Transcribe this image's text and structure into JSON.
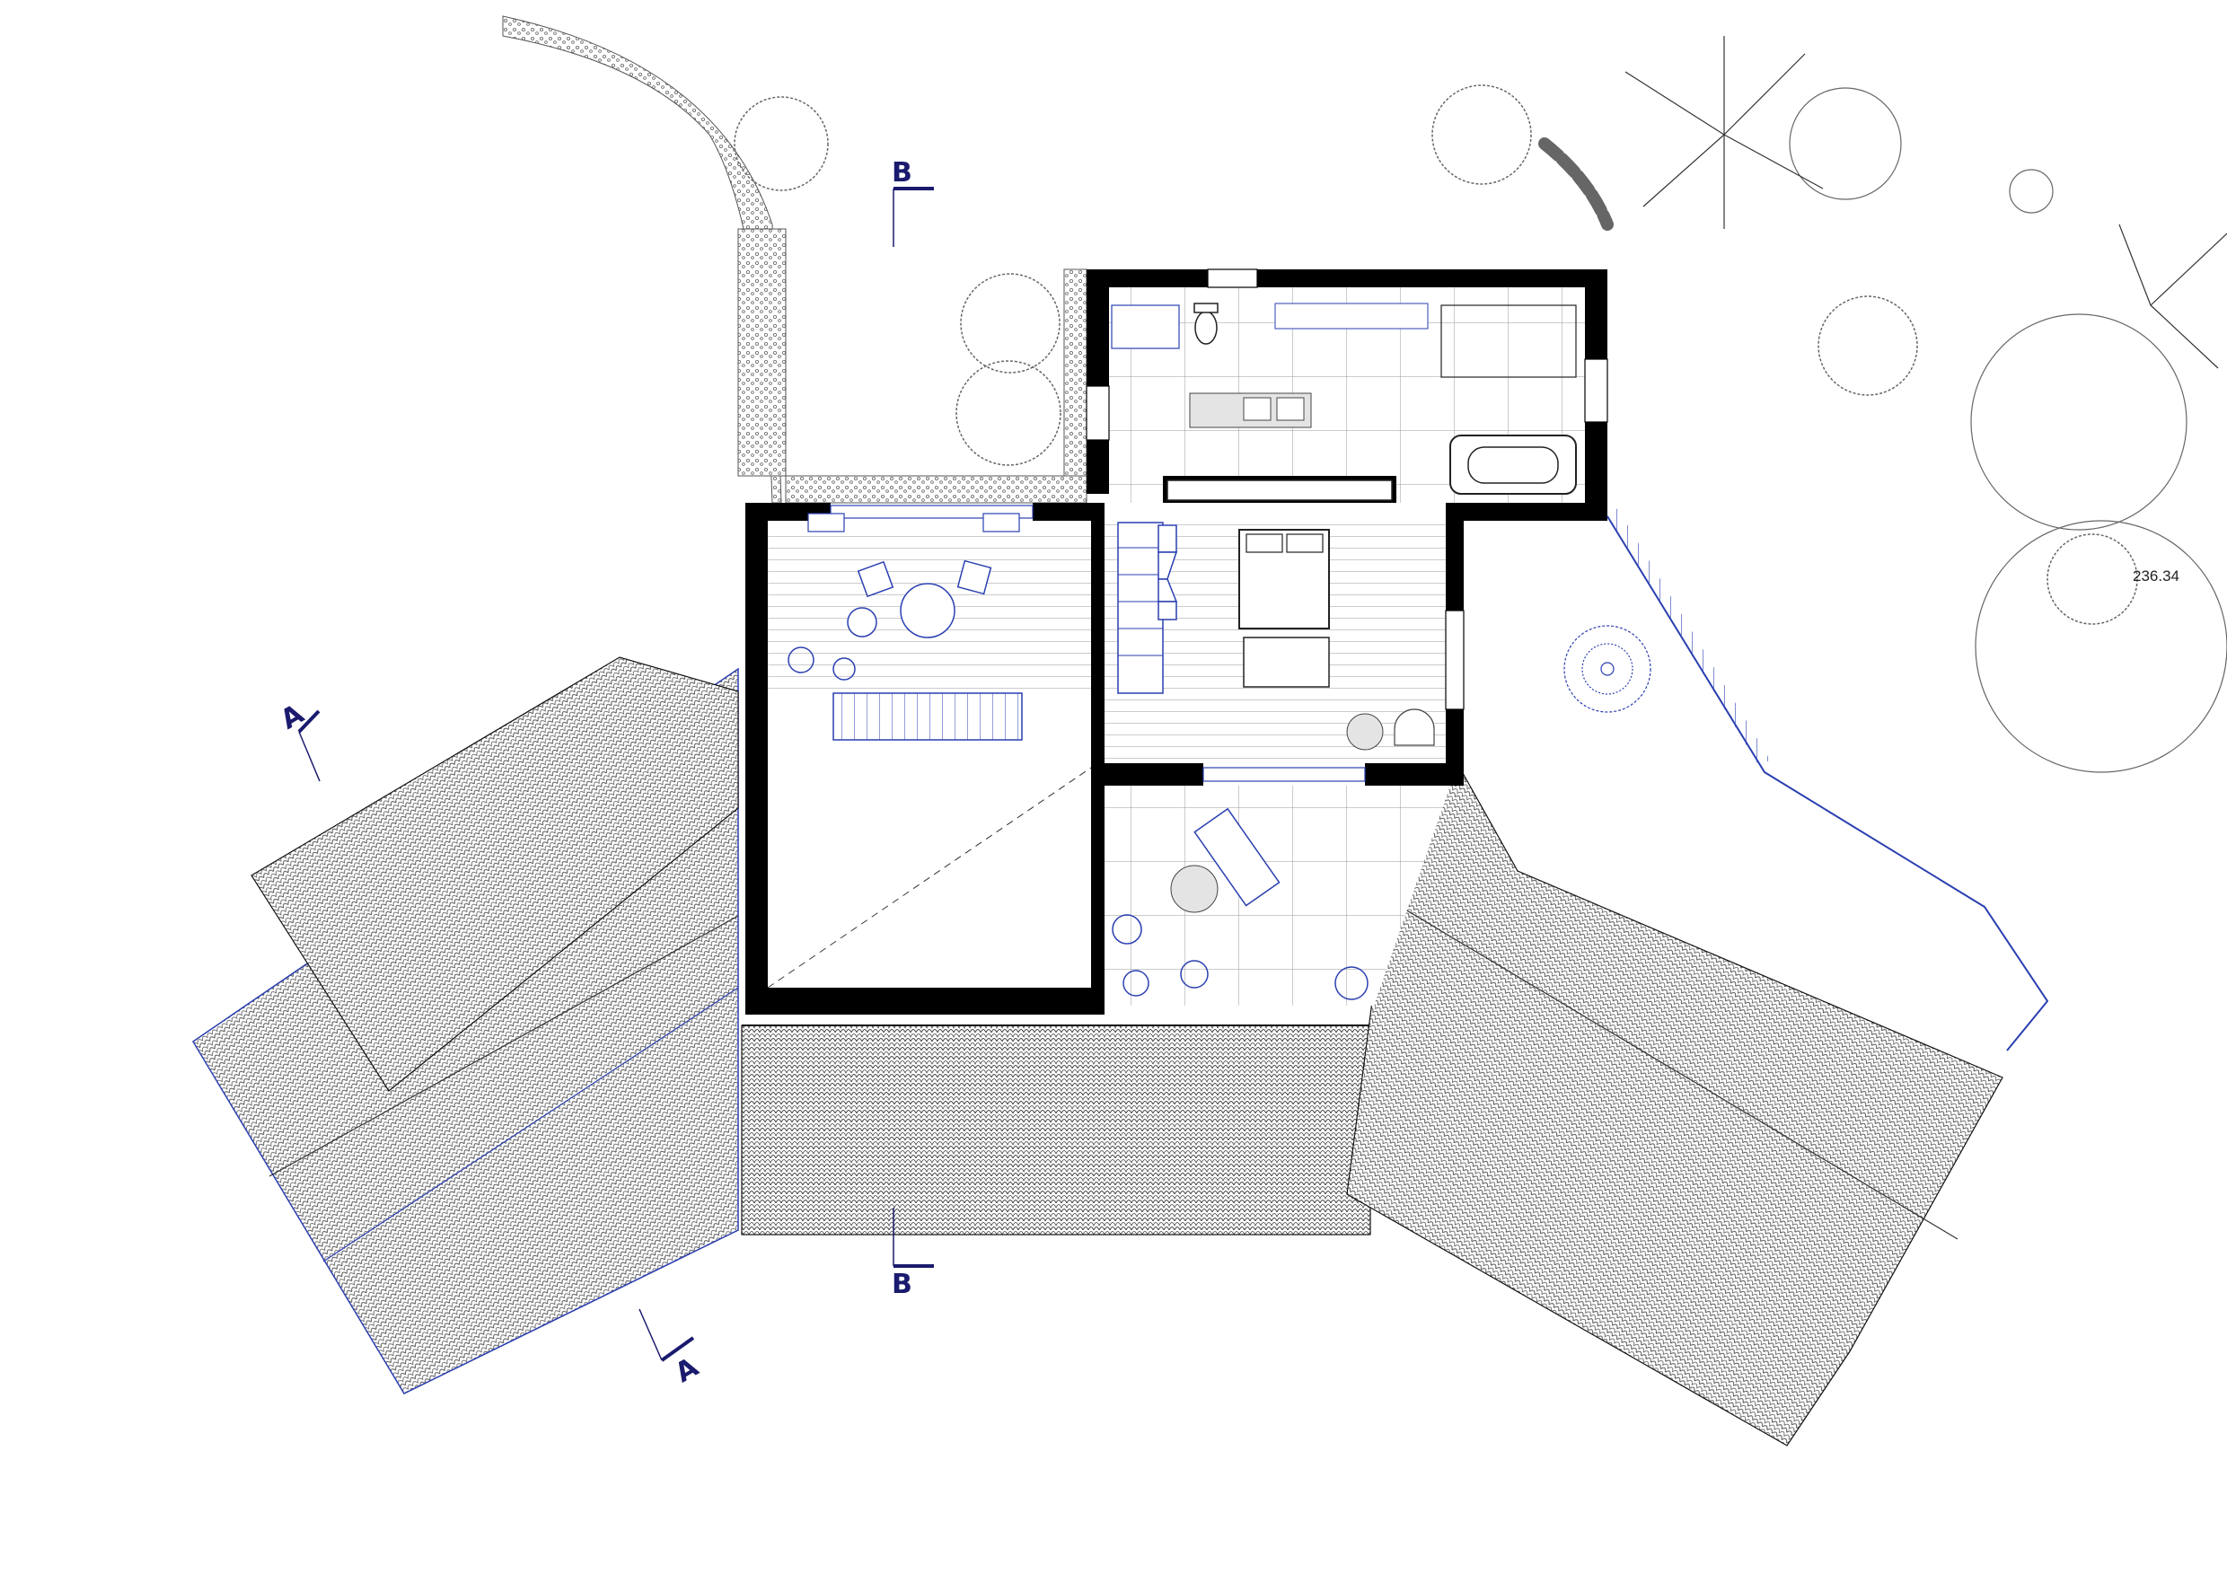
{
  "drawing": {
    "section_markers": {
      "b_top": "B",
      "b_bottom": "B",
      "a_left": "A",
      "a_bottom": "A"
    },
    "elevation_label": "236.34"
  },
  "colors": {
    "ink": "#111111",
    "wall": "#000000",
    "blue": "#2a3fb0",
    "dark_blue": "#1a1a6e",
    "roof_hatch": "#555555",
    "tree": "#666666",
    "light_fill": "#e4e4e4"
  },
  "icons": [
    "tree-icon",
    "palm-icon",
    "plant-icon",
    "bed-icon",
    "bathtub-icon",
    "toilet-icon",
    "chair-icon",
    "table-icon",
    "stair-icon"
  ]
}
